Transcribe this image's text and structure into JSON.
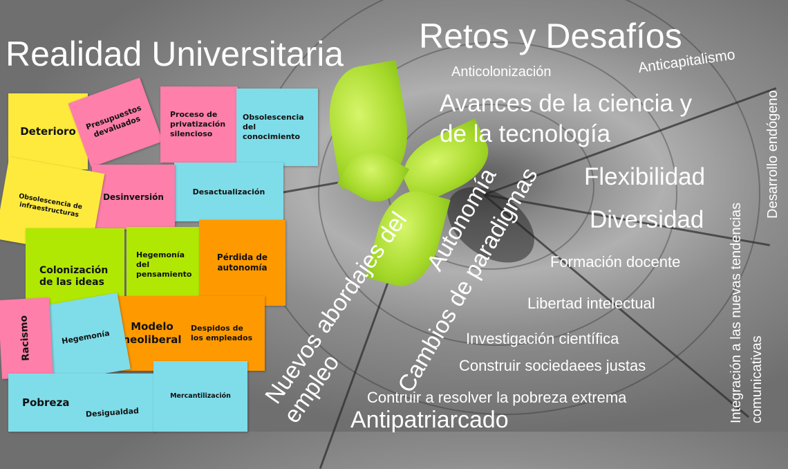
{
  "left_title": "Realidad Universitaria",
  "right_title": "Retos y Desafíos",
  "notes": {
    "deterioro": "Deterioro",
    "presupuestos": "Presupuestos devaluados",
    "proceso": "Proceso de privatización silencioso",
    "obsolescencia_conocimiento": "Obsolescencia del conocimiento",
    "obsolescencia_infra": "Obsolescencia de infraestructuras",
    "desinversion": "Desinversión",
    "desactualizacion": "Desactualización",
    "colonizacion": "Colonización de las ideas",
    "hegemonia_pensamiento": "Hegemonía del pensamiento",
    "perdida": "Pérdida de autonomía",
    "modelo": "Modelo neoliberal",
    "despidos": "Despidos de los empleados",
    "racismo": "Racismo",
    "hegemonia": "Hegemonía",
    "pobreza": "Pobreza",
    "desigualdad": "Desigualdad",
    "mercantilizacion": "Mercantilización"
  },
  "challenges": {
    "anticolonizacion": "Anticolonización",
    "anticapitalismo": "Anticapitalismo",
    "avances1": "Avances de la ciencia y",
    "avances2": "de la tecnología",
    "desarrollo": "Desarrollo endógeno",
    "flexibilidad": "Flexibilidad",
    "diversidad": "Diversidad",
    "formacion": "Formación docente",
    "libertad": "Libertad intelectual",
    "investigacion": "Investigación científica",
    "construir": "Construir sociedaees justas",
    "contruir": "Contruir a resolver la pobreza extrema",
    "antipatriarcado": "Antipatriarcado",
    "nuevos1": "Nuevos abordajes del",
    "nuevos2": "empleo",
    "autonomia": "Autonomía",
    "cambios": "Cambios de paradigmas",
    "integracion1": "Integración a las nuevas tendencias",
    "integracion2": "comunicativas"
  }
}
